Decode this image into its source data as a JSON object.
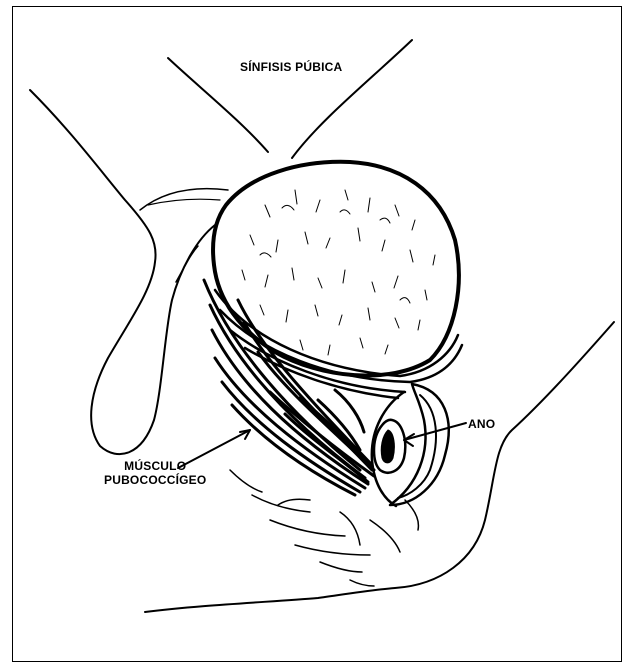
{
  "labels": {
    "pubic_symphysis": "SÍNFISIS PÚBICA",
    "anus": "ANO",
    "muscle_line1": "MÚSCULO",
    "muscle_line2": "PUBOCOCCÍGEO"
  },
  "colors": {
    "ink": "#000000",
    "background": "#ffffff"
  }
}
